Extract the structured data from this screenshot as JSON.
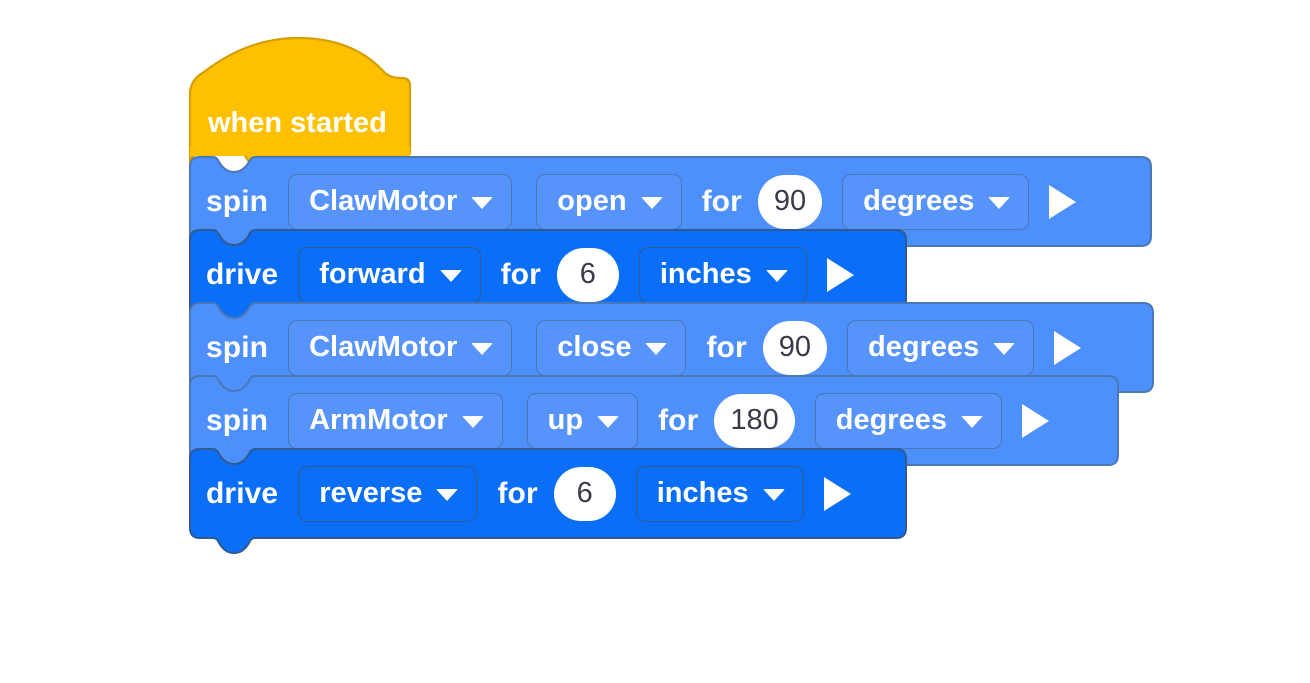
{
  "workspace": {
    "background_color": "#ffffff",
    "hat_color": "#ffc000",
    "spin_block_color": "#4d8ffb",
    "drive_block_color": "#0a6ef6",
    "text_color": "#ffffff",
    "number_field_color": "#ffffff",
    "number_text_color": "#3a3a4a"
  },
  "program": {
    "hat": {
      "label": "when started",
      "name": "when-started-hat-block"
    },
    "blocks": [
      {
        "type": "spin",
        "keyword": "spin",
        "motor": "ClawMotor",
        "direction": "open",
        "for_label": "for",
        "value": "90",
        "units": "degrees",
        "run_icon": "play-icon"
      },
      {
        "type": "drive",
        "keyword": "drive",
        "direction": "forward",
        "for_label": "for",
        "value": "6",
        "units": "inches",
        "run_icon": "play-icon"
      },
      {
        "type": "spin",
        "keyword": "spin",
        "motor": "ClawMotor",
        "direction": "close",
        "for_label": "for",
        "value": "90",
        "units": "degrees",
        "run_icon": "play-icon"
      },
      {
        "type": "spin",
        "keyword": "spin",
        "motor": "ArmMotor",
        "direction": "up",
        "for_label": "for",
        "value": "180",
        "units": "degrees",
        "run_icon": "play-icon"
      },
      {
        "type": "drive",
        "keyword": "drive",
        "direction": "reverse",
        "for_label": "for",
        "value": "6",
        "units": "inches",
        "run_icon": "play-icon"
      }
    ]
  }
}
